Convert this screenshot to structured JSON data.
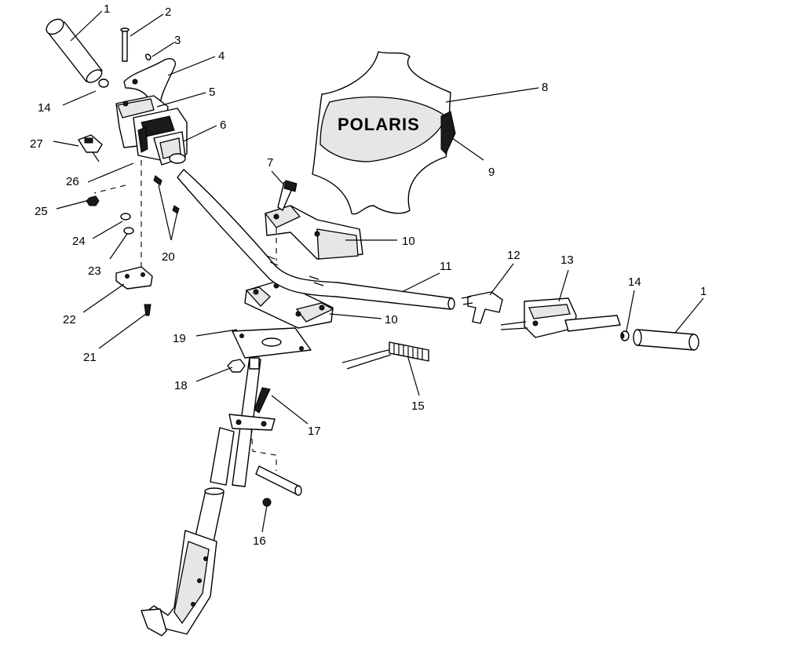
{
  "brand_text": "POLARIS",
  "callouts": [
    "1",
    "2",
    "3",
    "4",
    "5",
    "6",
    "7",
    "8",
    "9",
    "10",
    "11",
    "12",
    "13",
    "14",
    "15",
    "16",
    "17",
    "18",
    "19",
    "20",
    "21",
    "22",
    "23",
    "24",
    "25",
    "26",
    "27"
  ],
  "colors": {
    "ink": "#000000",
    "paper": "#ffffff",
    "shade": "#bdbdbd"
  }
}
